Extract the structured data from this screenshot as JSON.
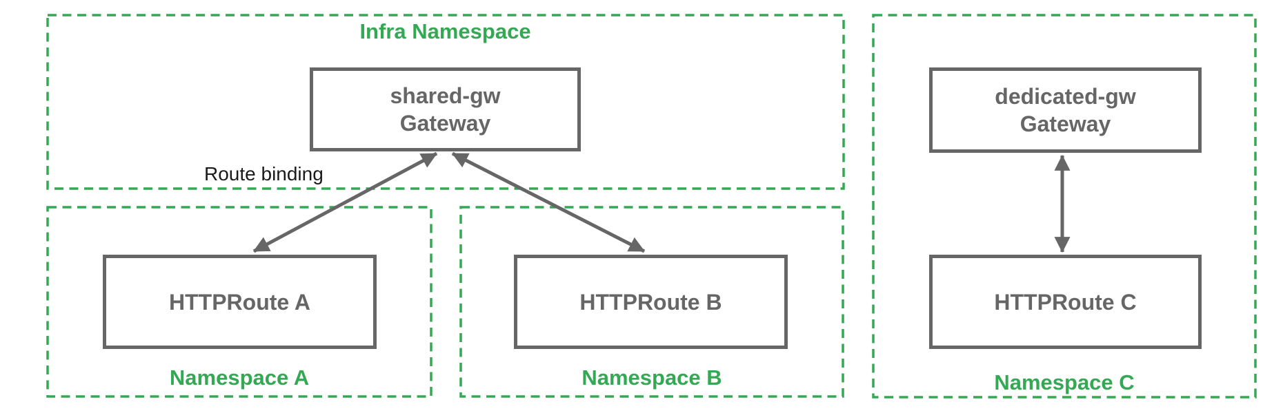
{
  "colors": {
    "namespace_border_green": "#34a853",
    "namespace_label_green": "#34a853",
    "node_border_gray": "#666666",
    "node_text_gray": "#666666",
    "arrow_gray": "#666666",
    "annotation_black": "#1a1a1a"
  },
  "namespaces": {
    "infra": {
      "label": "Infra Namespace"
    },
    "a": {
      "label": "Namespace A"
    },
    "b": {
      "label": "Namespace B"
    },
    "c": {
      "label": "Namespace C"
    }
  },
  "nodes": {
    "shared_gw": {
      "line1": "shared-gw",
      "line2": "Gateway"
    },
    "dedicated_gw": {
      "line1": "dedicated-gw",
      "line2": "Gateway"
    },
    "route_a": {
      "label": "HTTPRoute A"
    },
    "route_b": {
      "label": "HTTPRoute B"
    },
    "route_c": {
      "label": "HTTPRoute C"
    }
  },
  "annotations": {
    "route_binding": "Route binding"
  }
}
